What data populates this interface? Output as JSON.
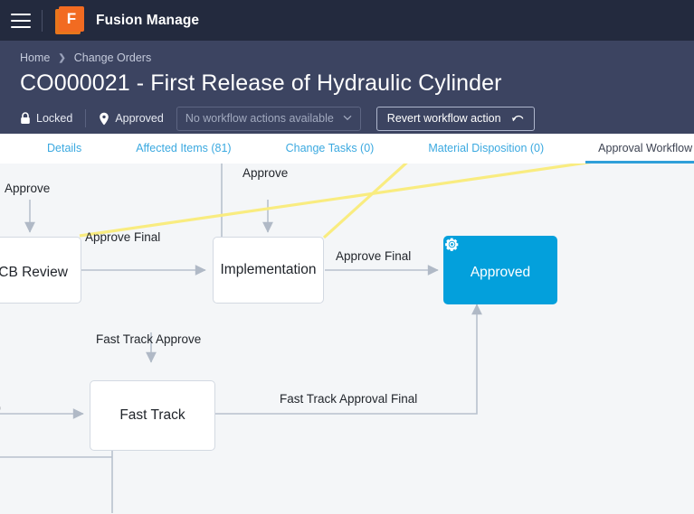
{
  "topbar": {
    "menu_icon": "hamburger-icon",
    "logo_letter": "F",
    "brand": "Fusion Manage"
  },
  "header": {
    "breadcrumb": [
      {
        "label": "Home"
      },
      {
        "label": "Change Orders"
      }
    ],
    "breadcrumb_separator": "❯",
    "title": "CO000021 - First Release of Hydraulic Cylinder",
    "status": {
      "locked_label": "Locked",
      "locked_icon": "lock-icon",
      "state_label": "Approved",
      "state_icon": "map-pin-icon"
    },
    "workflow_select": {
      "value": "No workflow actions available",
      "chevron": "⌄",
      "chevron_icon": "chevron-down-icon"
    },
    "revert_button": {
      "label": "Revert workflow action",
      "icon": "undo-arrow-icon"
    }
  },
  "tabs": [
    {
      "label": "Details",
      "active": false
    },
    {
      "label": "Affected Items (81)",
      "active": false
    },
    {
      "label": "Change Tasks (0)",
      "active": false
    },
    {
      "label": "Material Disposition (0)",
      "active": false
    },
    {
      "label": "Approval Workflow",
      "active": true
    }
  ],
  "workflow": {
    "nodes": [
      {
        "id": "ccb",
        "label": "CCB Review",
        "icon": "lock-icon",
        "state": "locked"
      },
      {
        "id": "impl",
        "label": "Implementation",
        "icon": "",
        "state": "default"
      },
      {
        "id": "approved",
        "label": "Approved",
        "icon": "gear-icon",
        "state": "current"
      },
      {
        "id": "fasttrack",
        "label": "Fast Track",
        "icon": "",
        "state": "default"
      }
    ],
    "edge_labels": [
      {
        "id": "approve-left",
        "label": "Approve"
      },
      {
        "id": "approve-final-left",
        "label": "Approve Final"
      },
      {
        "id": "approve-top",
        "label": "Approve"
      },
      {
        "id": "approve-final-right",
        "label": "Approve Final"
      },
      {
        "id": "fast-track-approve",
        "label": "Fast Track Approve"
      },
      {
        "id": "fast-track-approval-final",
        "label": "Fast Track Approval Final"
      }
    ],
    "clipped_fragment": ")"
  },
  "colors": {
    "topbar_bg": "#232a3e",
    "header_bg": "#3c4461",
    "accent_blue": "#03a0dc",
    "tab_link": "#3ba9e0",
    "logo_orange": "#f26b21",
    "canvas_bg": "#f4f6f8",
    "edge_grey": "#b8c1cd",
    "highlight_yellow": "#f9ec80"
  }
}
